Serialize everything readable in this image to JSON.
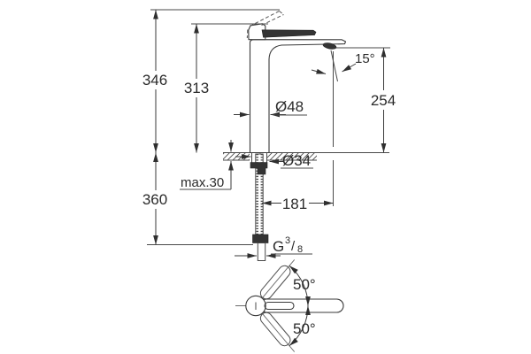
{
  "canvas": {
    "background": "#ffffff",
    "line_color": "#3a3a3a",
    "text_color": "#2b2b2b",
    "description": "faucet technical dimension drawing, side view with top view of handle swing"
  },
  "labels": {
    "height_total": "346",
    "height_to_handle": "313",
    "height_below_deck": "360",
    "spout_outlet_height": "254",
    "reach": "181",
    "body_diameter": "Ø48",
    "shank_diameter": "Ø34",
    "max_deck_thickness": "max.30",
    "outlet_angle": "15°",
    "handle_swing_upper": "50°",
    "handle_swing_lower": "50°",
    "thread": {
      "prefix": "G",
      "numerator": "3",
      "slash": "/",
      "denominator": "8"
    }
  }
}
